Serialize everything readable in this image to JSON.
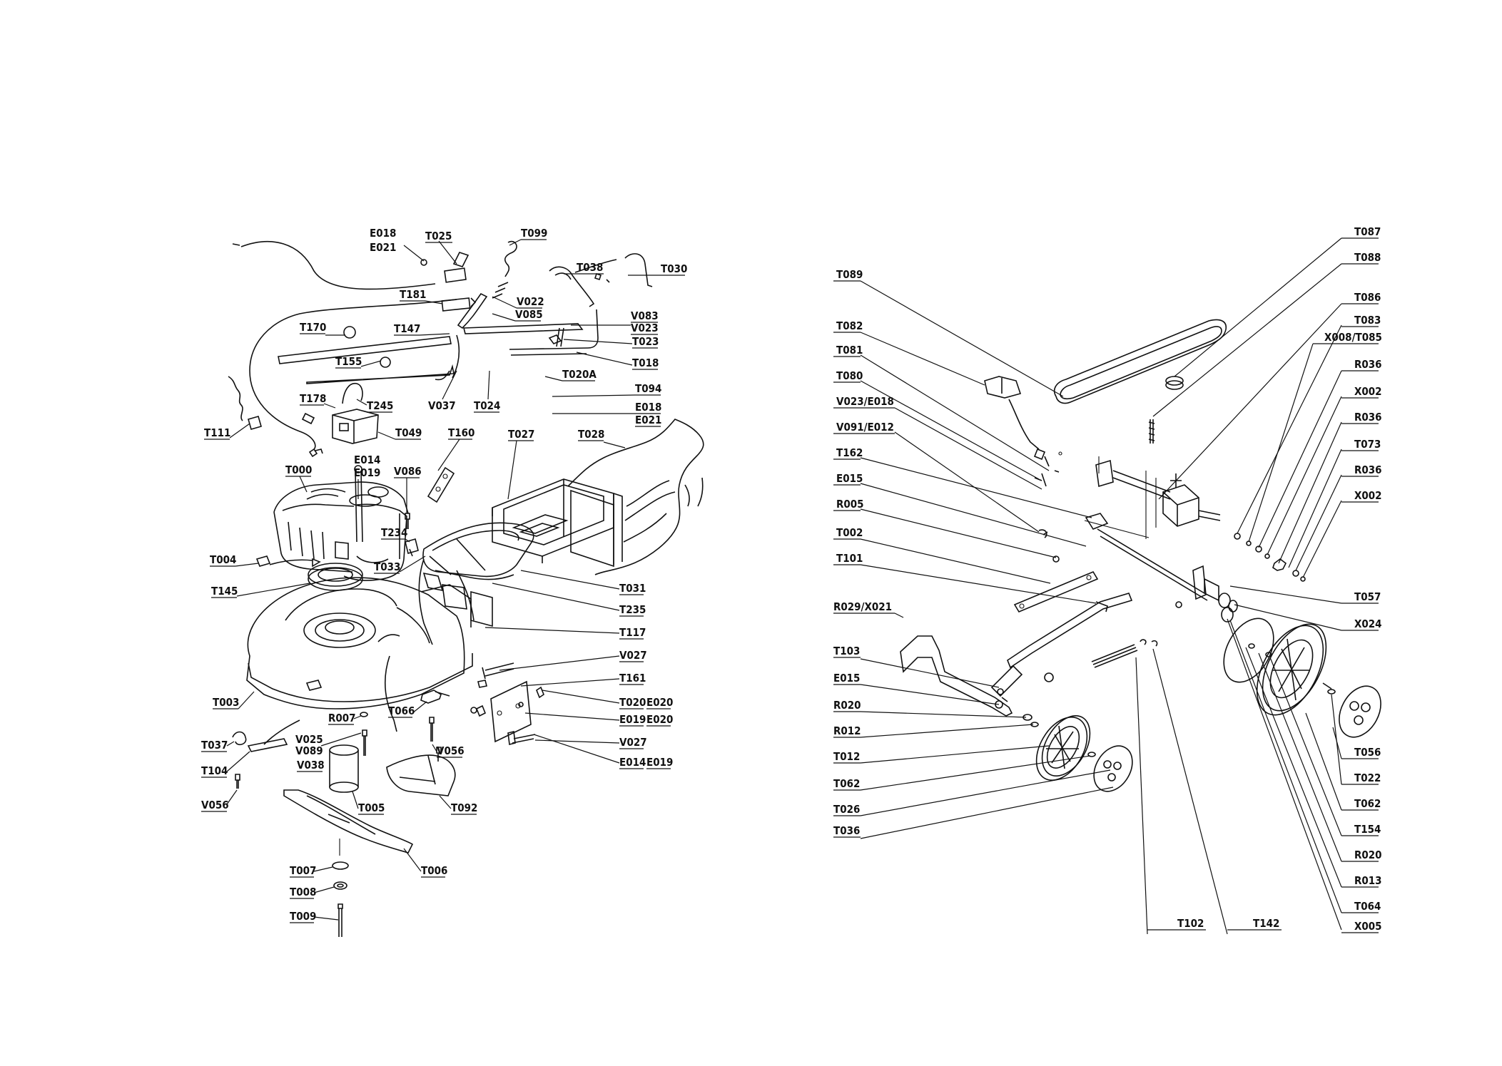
{
  "labels": {
    "L_E018a": "E018",
    "L_E021a": "E021",
    "L_T025": "T025",
    "L_T099": "T099",
    "L_T038": "T038",
    "L_T030a": "T030",
    "L_T181": "T181",
    "L_V022": "V022",
    "L_V085": "V085",
    "L_V083": "V083",
    "L_V023": "V023",
    "L_T170": "T170",
    "L_T147": "T147",
    "L_T023": "T023",
    "L_T018": "T018",
    "L_T155": "T155",
    "L_T020A": "T020A",
    "L_T178": "T178",
    "L_T245": "T245",
    "L_V037": "V037",
    "L_T024": "T024",
    "L_T094": "T094",
    "L_E018b": "E018",
    "L_E021b": "E021",
    "L_T111": "T111",
    "L_T049": "T049",
    "L_T160": "T160",
    "L_T027": "T027",
    "L_T028": "T028",
    "L_E014a": "E014",
    "L_E019a": "E019",
    "L_T000": "T000",
    "L_V086": "V086",
    "L_T234": "T234",
    "L_T004": "T004",
    "L_T033": "T033",
    "L_T031": "T031",
    "L_T145": "T145",
    "L_T235": "T235",
    "L_T117": "T117",
    "L_V027a": "V027",
    "L_T161": "T161",
    "L_T003": "T003",
    "L_T020": "T020",
    "L_E020a": "E020",
    "L_R007": "R007",
    "L_T066": "T066",
    "L_E019b": "E019",
    "L_E020b": "E020",
    "L_V025": "V025",
    "L_V089": "V089",
    "L_V027b": "V027",
    "L_T037": "T037",
    "L_V038": "V038",
    "L_V056a": "V056",
    "L_E014b": "E014",
    "L_E019c": "E019",
    "L_T104": "T104",
    "L_T005": "T005",
    "L_T092": "T092",
    "L_V056b": "V056",
    "L_T007": "T007",
    "L_T006": "T006",
    "L_T008": "T008",
    "L_T009": "T009",
    "R_T087": "T087",
    "R_T088": "T088",
    "R_T089": "T089",
    "R_T086": "T086",
    "R_T082": "T082",
    "R_T083": "T083",
    "R_X008T085": "X008/T085",
    "R_T081": "T081",
    "R_R036a": "R036",
    "R_T080": "T080",
    "R_X002a": "X002",
    "R_V023E018": "V023/E018",
    "R_R036b": "R036",
    "R_V091E012": "V091/E012",
    "R_T073": "T073",
    "R_T162": "T162",
    "R_R036c": "R036",
    "R_E015a": "E015",
    "R_X002b": "X002",
    "R_R005": "R005",
    "R_T002": "T002",
    "R_T101": "T101",
    "R_T057": "T057",
    "R_R029X021": "R029/X021",
    "R_X024": "X024",
    "R_T103": "T103",
    "R_E015b": "E015",
    "R_R020a": "R020",
    "R_R012": "R012",
    "R_T012": "T012",
    "R_T056": "T056",
    "R_T022": "T022",
    "R_T062a": "T062",
    "R_T062b": "T062",
    "R_T026": "T026",
    "R_T036": "T036",
    "R_T154": "T154",
    "R_R020b": "R020",
    "R_R013": "R013",
    "R_T064": "T064",
    "R_X005": "X005",
    "R_T102": "T102",
    "R_T142": "T142"
  }
}
